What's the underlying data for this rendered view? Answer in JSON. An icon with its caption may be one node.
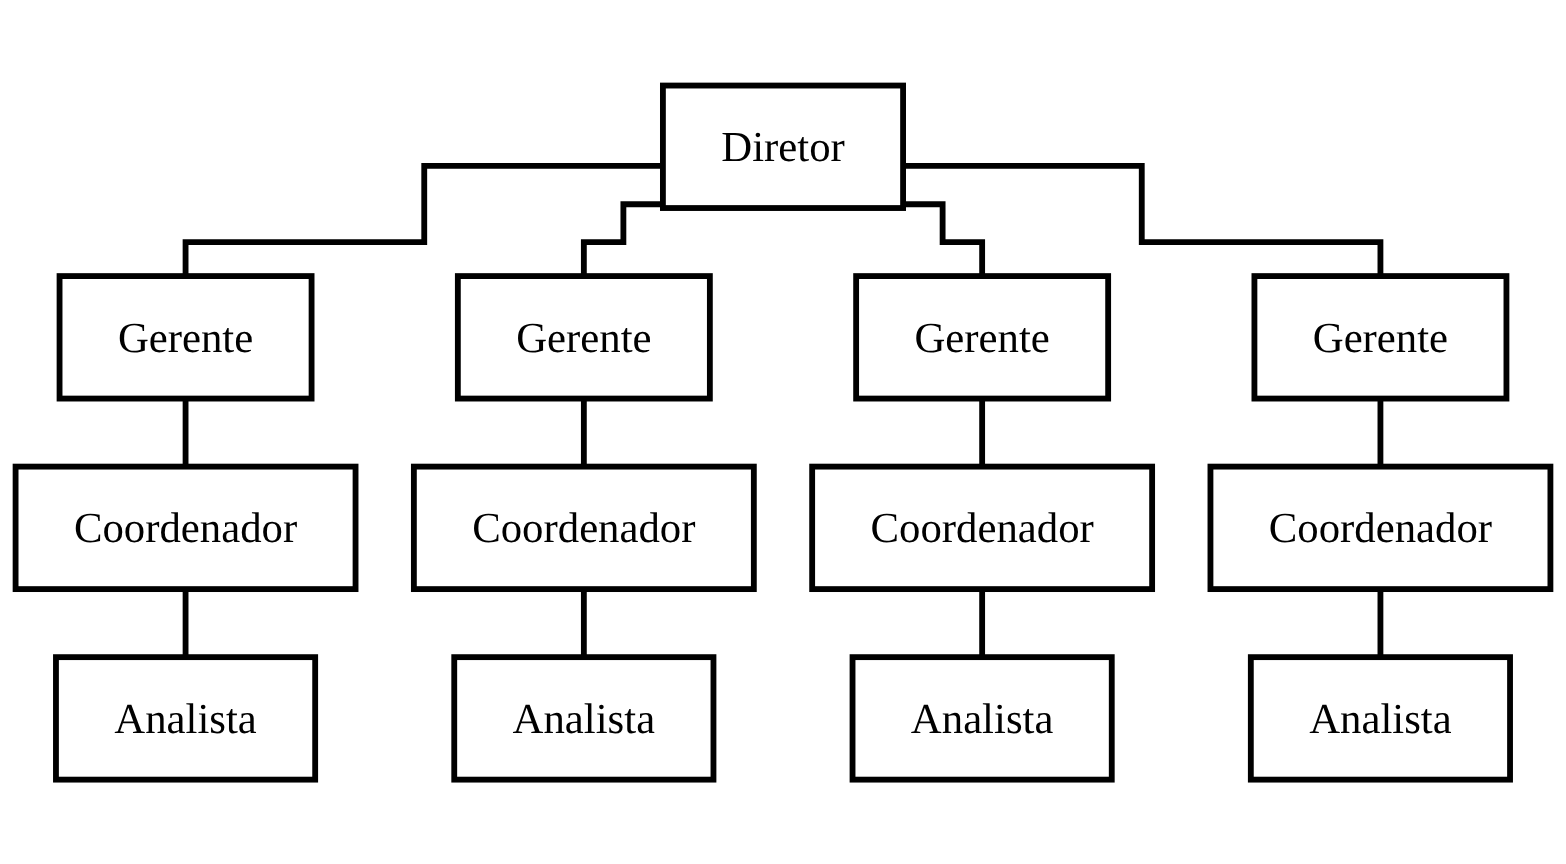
{
  "diagram": {
    "nodes": [
      {
        "text": [
          "Diretor"
        ]
      },
      {
        "text": [
          "Gerente"
        ]
      },
      {
        "text": [
          "Gerente"
        ]
      },
      {
        "text": [
          "Gerente"
        ]
      },
      {
        "text": [
          "Gerente"
        ]
      },
      {
        "text": [
          "Coordenador"
        ]
      },
      {
        "text": [
          "Coordenador"
        ]
      },
      {
        "text": [
          "Coordenador"
        ]
      },
      {
        "text": [
          "Coordenador"
        ]
      },
      {
        "text": [
          "Analista"
        ]
      },
      {
        "text": [
          "Analista"
        ]
      },
      {
        "text": [
          "Analista"
        ]
      },
      {
        "text": [
          "Analista"
        ]
      }
    ],
    "edges": [
      {
        "from": 0,
        "to": 1,
        "arrow": "none"
      },
      {
        "from": 0,
        "to": 2,
        "arrow": "none"
      },
      {
        "from": 0,
        "to": 3,
        "arrow": "none"
      },
      {
        "from": 0,
        "to": 4,
        "arrow": "none"
      },
      {
        "from": 1,
        "to": 5,
        "arrow": "none"
      },
      {
        "from": 2,
        "to": 6,
        "arrow": "none"
      },
      {
        "from": 3,
        "to": 7,
        "arrow": "none"
      },
      {
        "from": 4,
        "to": 8,
        "arrow": "none"
      },
      {
        "from": 5,
        "to": 9,
        "arrow": "none"
      },
      {
        "from": 6,
        "to": 10,
        "arrow": "none"
      },
      {
        "from": 7,
        "to": 11,
        "arrow": "none"
      },
      {
        "from": 8,
        "to": 12,
        "arrow": "none"
      }
    ]
  }
}
